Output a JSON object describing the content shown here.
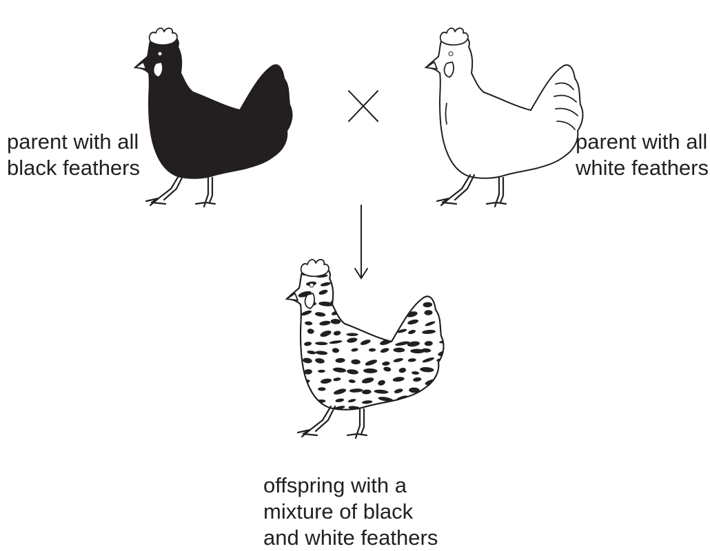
{
  "labels": {
    "black_parent": [
      "parent with all",
      "black feathers"
    ],
    "white_parent": [
      "parent with all",
      "white feathers"
    ],
    "offspring": [
      "offspring with a",
      "mixture of black",
      "and white feathers"
    ]
  },
  "symbols": {
    "cross": "×"
  },
  "colors": {
    "ink": "#231f20",
    "paper": "#ffffff"
  },
  "icons": {
    "black_parent": "black-hen-icon",
    "white_parent": "white-hen-icon",
    "offspring": "speckled-hen-icon",
    "cross": "cross-symbol",
    "arrow": "down-arrow"
  }
}
